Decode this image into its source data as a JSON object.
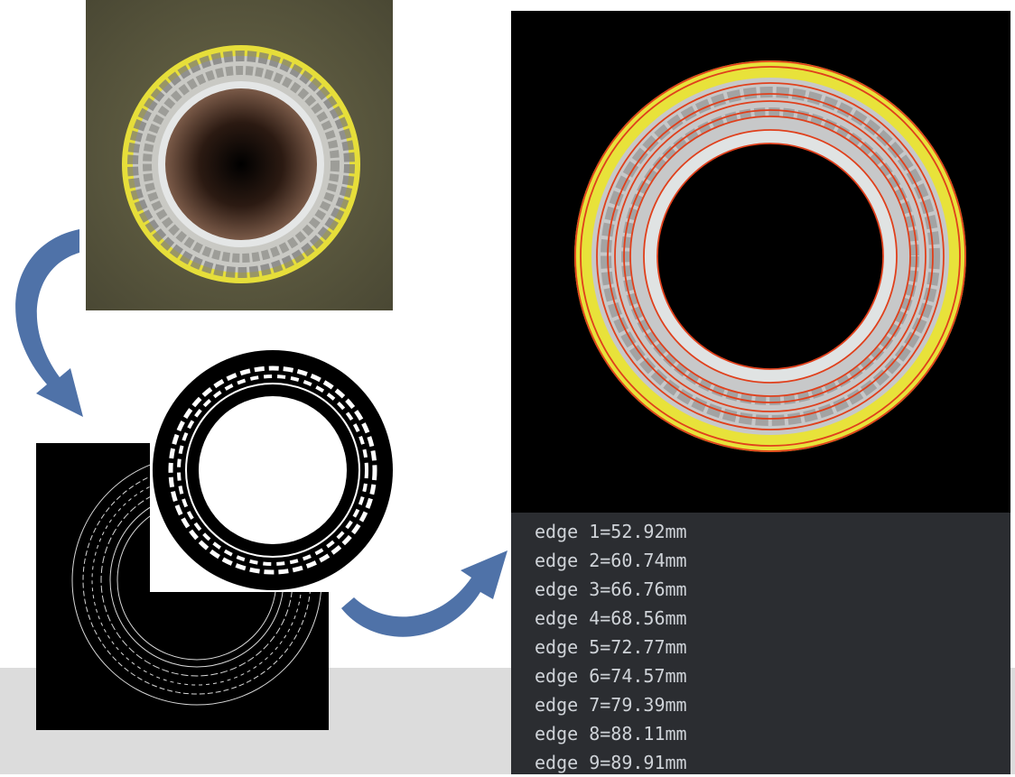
{
  "panels": {
    "photo": {
      "icon": "pipe-photo-image"
    },
    "edge_map": {
      "icon": "edge-map-image"
    },
    "binary": {
      "icon": "binary-mask-image"
    },
    "result": {
      "icon": "detected-edges-image"
    }
  },
  "colors": {
    "yellow_band": "#e8e23a",
    "edge_line": "#e0401c",
    "arrow_fill": "#4f72a8",
    "console_bg": "#2b2d31",
    "console_text": "#cfd3d8",
    "bottom_band": "#dcdcdc"
  },
  "console": {
    "lines": [
      "edge 1=52.92mm",
      "edge 2=60.74mm",
      "edge 3=66.76mm",
      "edge 4=68.56mm",
      "edge 5=72.77mm",
      "edge 6=74.57mm",
      "edge 7=79.39mm",
      "edge 8=88.11mm",
      "edge 9=89.91mm"
    ]
  }
}
